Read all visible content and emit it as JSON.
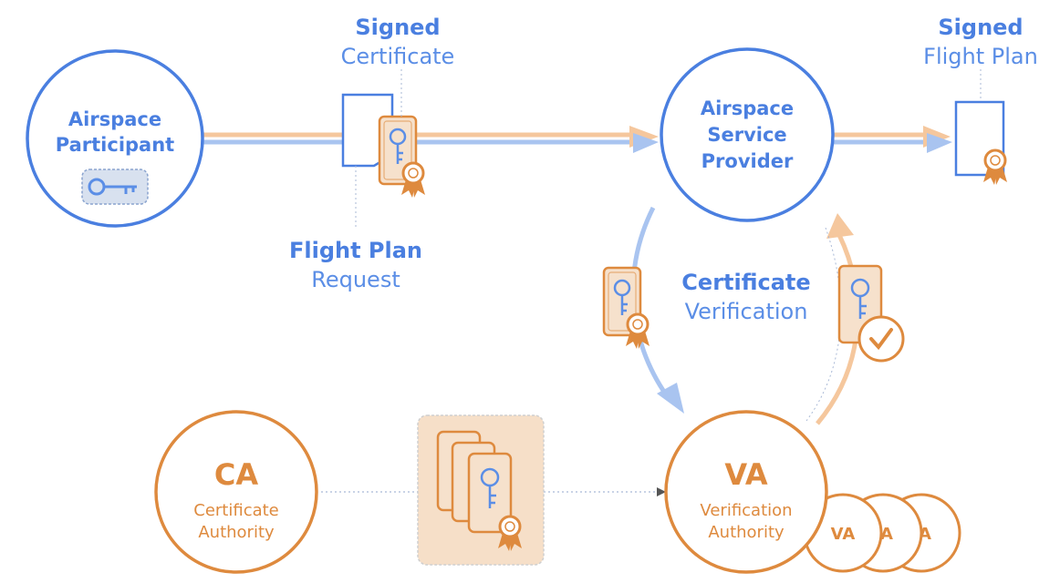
{
  "colors": {
    "blue": "#4a7fe0",
    "blue_light": "#a9c4f0",
    "orange": "#de8a3e",
    "orange_light": "#f5c79d",
    "orange_fill": "#f6dfc8"
  },
  "nodes": {
    "airspace_participant": {
      "line1": "Airspace",
      "line2": "Participant"
    },
    "airspace_service_provider": {
      "line1": "Airspace",
      "line2": "Service",
      "line3": "Provider"
    },
    "ca": {
      "abbr": "CA",
      "line1": "Certificate",
      "line2": "Authority"
    },
    "va": {
      "abbr": "VA",
      "line1": "Verification",
      "line2": "Authority"
    },
    "va_replicas": [
      "VA",
      "A",
      "A"
    ]
  },
  "labels": {
    "signed_certificate": {
      "bold": "Signed",
      "regular": "Certificate"
    },
    "signed_flight_plan": {
      "bold": "Signed",
      "regular": "Flight Plan"
    },
    "flight_plan_request": {
      "bold": "Flight Plan",
      "regular": "Request"
    },
    "certificate_verification": {
      "bold": "Certificate",
      "regular": "Verification"
    }
  },
  "icons": {
    "participant_key": "key-icon",
    "certificate": "certificate-icon",
    "document": "document-icon",
    "checkmark": "checkmark-icon",
    "ribbon": "ribbon-seal-icon"
  }
}
